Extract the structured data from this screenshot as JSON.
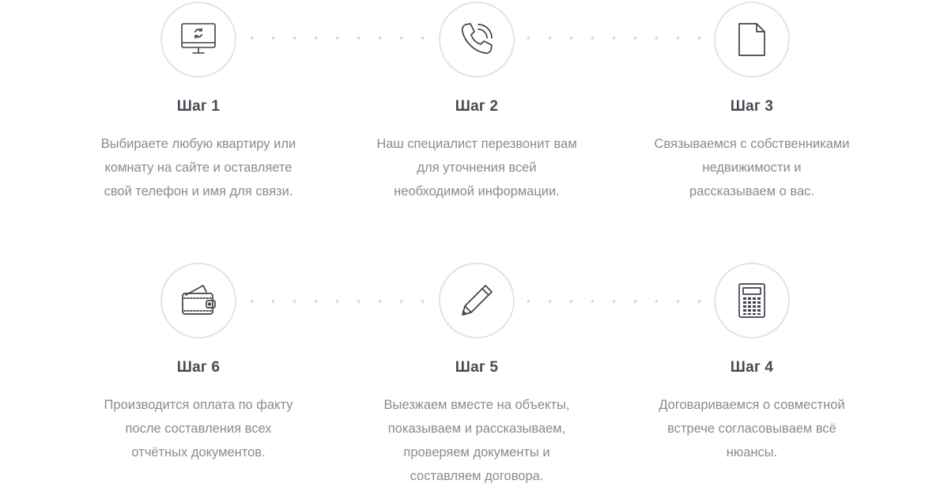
{
  "steps_top": [
    {
      "title": "Шаг 1",
      "description": "Выбираете любую квартиру или\nкомнату на сайте и оставляете\nсвой телефон и имя для связи.",
      "icon": "monitor-refresh-icon"
    },
    {
      "title": "Шаг 2",
      "description": "Наш специалист перезвонит вам\nдля уточнения всей\nнеобходимой информации.",
      "icon": "phone-ringing-icon"
    },
    {
      "title": "Шаг 3",
      "description": "Связываемся с собственниками\nнедвижимости  и\nрассказываем о вас.",
      "icon": "document-icon"
    }
  ],
  "steps_bottom": [
    {
      "title": "Шаг 6",
      "description": "Производится оплата по факту\nпосле составления всех\nотчётных документов.",
      "icon": "wallet-icon"
    },
    {
      "title": "Шаг 5",
      "description": "Выезжаем вместе на объекты,\nпоказываем и рассказываем,\nпроверяем документы и\nсоставляем договора.",
      "icon": "pencil-icon"
    },
    {
      "title": "Шаг 4",
      "description": "Договариваемся о совместной\nвстрече согласовываем всё\nнюансы.",
      "icon": "calculator-icon"
    }
  ],
  "colors": {
    "icon_stroke": "#3d434b",
    "circle_border": "#dfe4e9",
    "title": "#454a52",
    "text": "#858c95",
    "dots": "#d5dadf"
  }
}
